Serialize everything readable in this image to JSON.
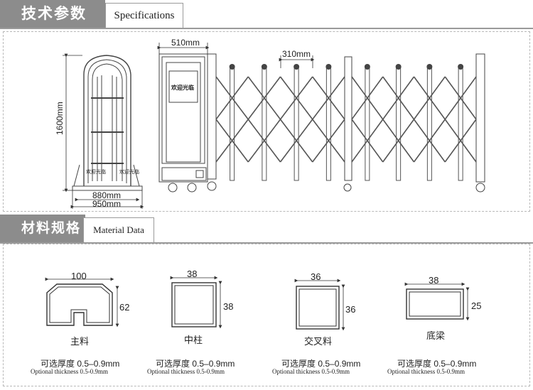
{
  "section1": {
    "title_cn": "技术参数",
    "title_en": "Specifications"
  },
  "section2": {
    "title_cn": "材料规格",
    "title_en": "Material Data"
  },
  "drawing": {
    "height_label": "1600mm",
    "width_inner_label": "880mm",
    "width_outer_label": "950mm",
    "head_width_label": "510mm",
    "spacing_label": "310mm",
    "head_plate_text": "欢迎光临",
    "side_plate_text": "欢迎光临"
  },
  "profiles": [
    {
      "name": "主料",
      "dim_top": "100",
      "dim_side": "62",
      "thickness_cn": "可选厚度 0.5–0.9mm",
      "thickness_en": "Optional thickness 0.5-0.9mm"
    },
    {
      "name": "中柱",
      "dim_top": "38",
      "dim_side": "38",
      "thickness_cn": "可选厚度 0.5–0.9mm",
      "thickness_en": "Optional thickness 0.5-0.9mm"
    },
    {
      "name": "交叉料",
      "dim_top": "36",
      "dim_side": "36",
      "thickness_cn": "可选厚度 0.5–0.9mm",
      "thickness_en": "Optional thickness 0.5-0.9mm"
    },
    {
      "name": "底梁",
      "dim_top": "38",
      "dim_side": "25",
      "thickness_cn": "可选厚度 0.5–0.9mm",
      "thickness_en": "Optional thickness 0.5-0.9mm"
    }
  ]
}
